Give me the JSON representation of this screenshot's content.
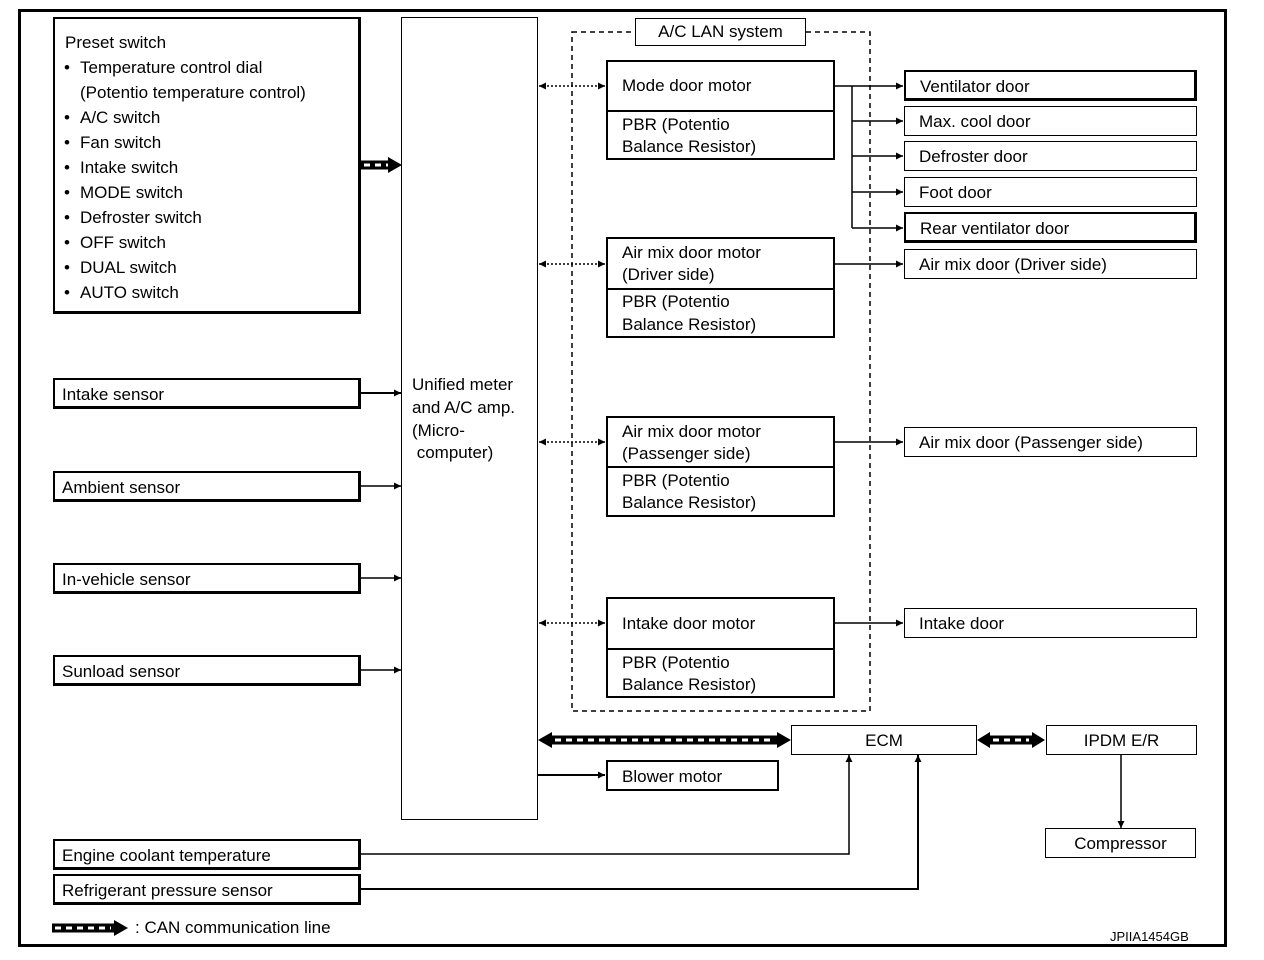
{
  "preset": {
    "title": "Preset switch",
    "items": [
      "Temperature control dial",
      "(Potentio temperature control)",
      "A/C switch",
      "Fan switch",
      "Intake switch",
      "MODE switch",
      "Defroster switch",
      "OFF switch",
      "DUAL switch",
      "AUTO switch"
    ]
  },
  "amp": {
    "lines": [
      "Unified meter",
      "and A/C amp.",
      "(Micro-",
      " computer)"
    ]
  },
  "sensors": {
    "intake": "Intake sensor",
    "ambient": "Ambient sensor",
    "in_vehicle": "In-vehicle sensor",
    "sunload": "Sunload sensor",
    "coolant": "Engine coolant temperature",
    "refrigerant": "Refrigerant pressure sensor"
  },
  "lan": {
    "title": "A/C LAN system"
  },
  "motors": {
    "mode": {
      "name": [
        "Mode door motor"
      ],
      "pbr": [
        "PBR (Potentio",
        "Balance Resistor)"
      ]
    },
    "air_mix_driver": {
      "name": [
        "Air mix door motor",
        "(Driver side)"
      ],
      "pbr": [
        "PBR (Potentio",
        "Balance Resistor)"
      ]
    },
    "air_mix_passenger": {
      "name": [
        "Air mix door motor",
        "(Passenger side)"
      ],
      "pbr": [
        "PBR (Potentio",
        "Balance Resistor)"
      ]
    },
    "intake": {
      "name": [
        "Intake door motor"
      ],
      "pbr": [
        "PBR (Potentio",
        "Balance Resistor)"
      ]
    }
  },
  "doors": {
    "ventilator": "Ventilator door",
    "max_cool": "Max. cool door",
    "defroster": "Defroster door",
    "foot": "Foot door",
    "rear_ventilator": "Rear ventilator door",
    "air_mix_driver": "Air mix door (Driver side)",
    "air_mix_passenger": "Air mix door (Passenger side)",
    "intake": "Intake door"
  },
  "ecm": "ECM",
  "ipdm": "IPDM E/R",
  "compressor": "Compressor",
  "blower": "Blower motor",
  "legend": {
    "can_label": ": CAN communication line"
  },
  "figure_id": "JPIIA1454GB"
}
